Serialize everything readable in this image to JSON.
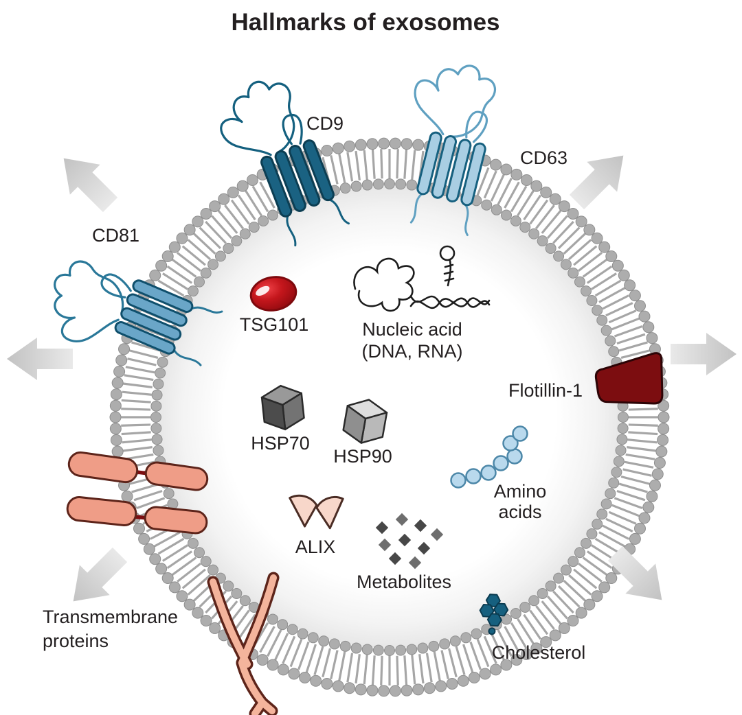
{
  "title": "Hallmarks of exosomes",
  "labels": {
    "cd9": "CD9",
    "cd63": "CD63",
    "cd81": "CD81",
    "tsg101": "TSG101",
    "nucleic_acid_1": "Nucleic acid",
    "nucleic_acid_2": "(DNA, RNA)",
    "hsp70": "HSP70",
    "hsp90": "HSP90",
    "flotillin": "Flotillin-1",
    "amino_1": "Amino",
    "amino_2": "acids",
    "alix": "ALIX",
    "metabolites": "Metabolites",
    "cholesterol": "Cholesterol",
    "transmembrane_1": "Transmembrane",
    "transmembrane_2": "proteins"
  },
  "colors": {
    "ink": "#231f20",
    "membrane": "#a6a6a6",
    "membrane-head": "#adadad",
    "arrow-light": "#e9e9e9",
    "arrow-dark": "#c2c2c2",
    "cd9-rod": "#1a6282",
    "cd9-edge": "#0c3e53",
    "cd9-loop": "#14607f",
    "cd63-rod": "#a9cee3",
    "cd63-edge": "#16607f",
    "cd63-loop": "#5fa0c1",
    "cd81-rod": "#6aa6c8",
    "cd81-edge": "#0f4f6c",
    "cd81-loop": "#2a7899",
    "tsg-red": "#c4161c",
    "tsg-edge": "#7d090d",
    "maroon": "#7c0d10",
    "flotillin": "#7c0d10",
    "salmon": "#ef9d87",
    "salmon-light": "#f4b49c",
    "salmon-edge": "#5d241a",
    "alix": "#f8d7ca",
    "alix-edge": "#4a2c24",
    "amino": "#b9d9ed",
    "amino-edge": "#4c87a8",
    "metabolite-dark": "#474747",
    "metabolite-light": "#6e6e6e",
    "chol": "#16607f",
    "hsp70-top": "#999999",
    "hsp70-right": "#737373",
    "hsp70-left": "#4c4c4c",
    "hsp90-top": "#dedede",
    "hsp90-right": "#b9b9b9",
    "hsp90-left": "#8f8f8f"
  }
}
